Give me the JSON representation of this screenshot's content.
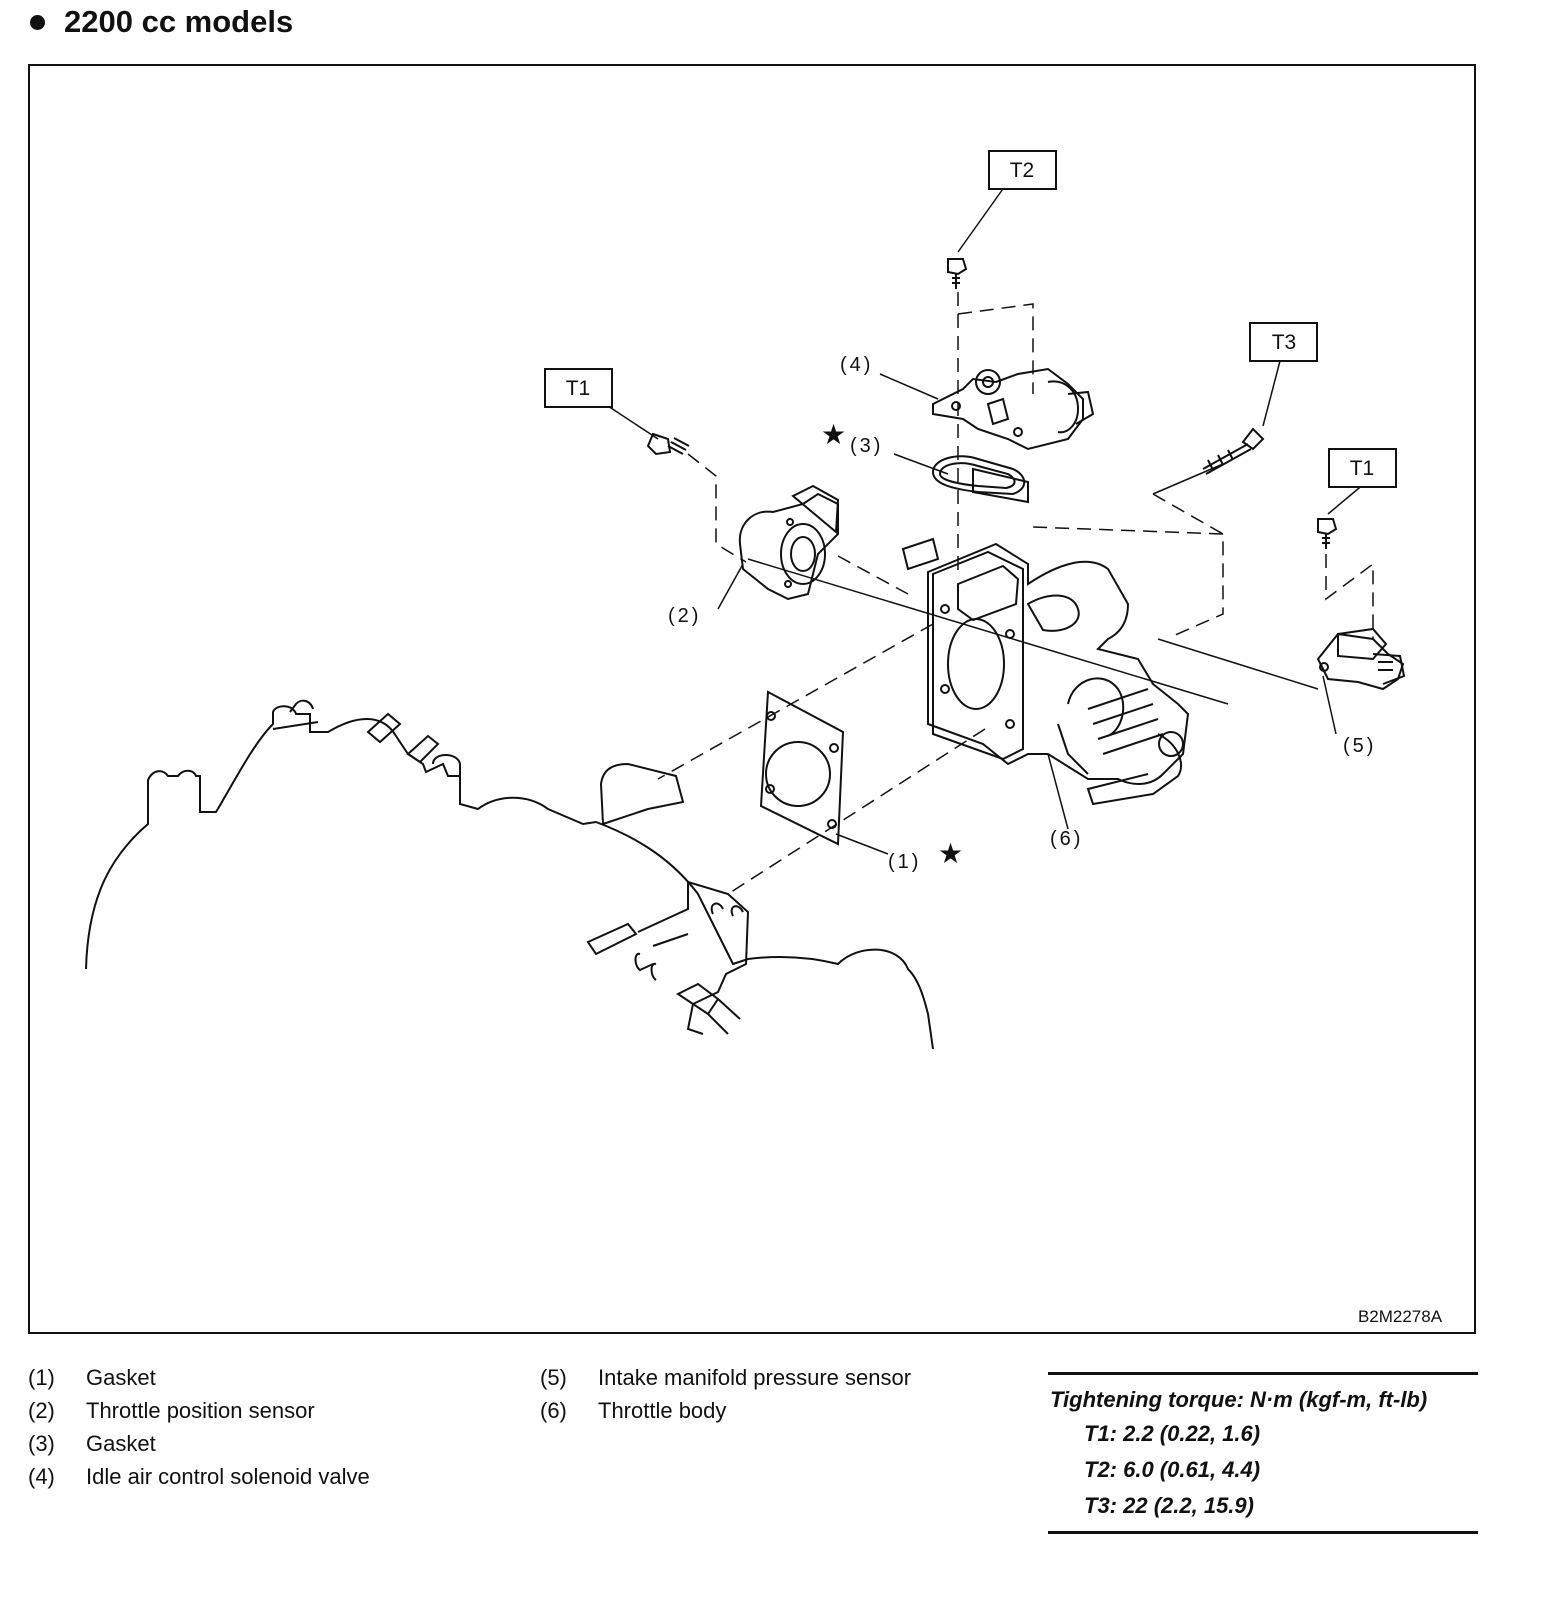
{
  "title": "2200 cc models",
  "diagram": {
    "code": "B2M2278A",
    "torque_tags": {
      "t1_left": "T1",
      "t2": "T2",
      "t3": "T3",
      "t1_right": "T1"
    },
    "callouts": {
      "c1": "(1)",
      "c2": "(2)",
      "c3": "(3)",
      "c4": "(4)",
      "c5": "(5)",
      "c6": "(6)"
    }
  },
  "legend": {
    "col1": [
      {
        "num": "(1)",
        "text": "Gasket"
      },
      {
        "num": "(2)",
        "text": "Throttle position sensor"
      },
      {
        "num": "(3)",
        "text": "Gasket"
      },
      {
        "num": "(4)",
        "text": "Idle air control solenoid valve"
      }
    ],
    "col2": [
      {
        "num": "(5)",
        "text": "Intake manifold pressure sensor"
      },
      {
        "num": "(6)",
        "text": "Throttle body"
      }
    ]
  },
  "torque": {
    "title": "Tightening torque: N·m (kgf-m, ft-lb)",
    "t1": "T1: 2.2 (0.22, 1.6)",
    "t2": "T2: 6.0 (0.61, 4.4)",
    "t3": "T3: 22 (2.2, 15.9)"
  }
}
